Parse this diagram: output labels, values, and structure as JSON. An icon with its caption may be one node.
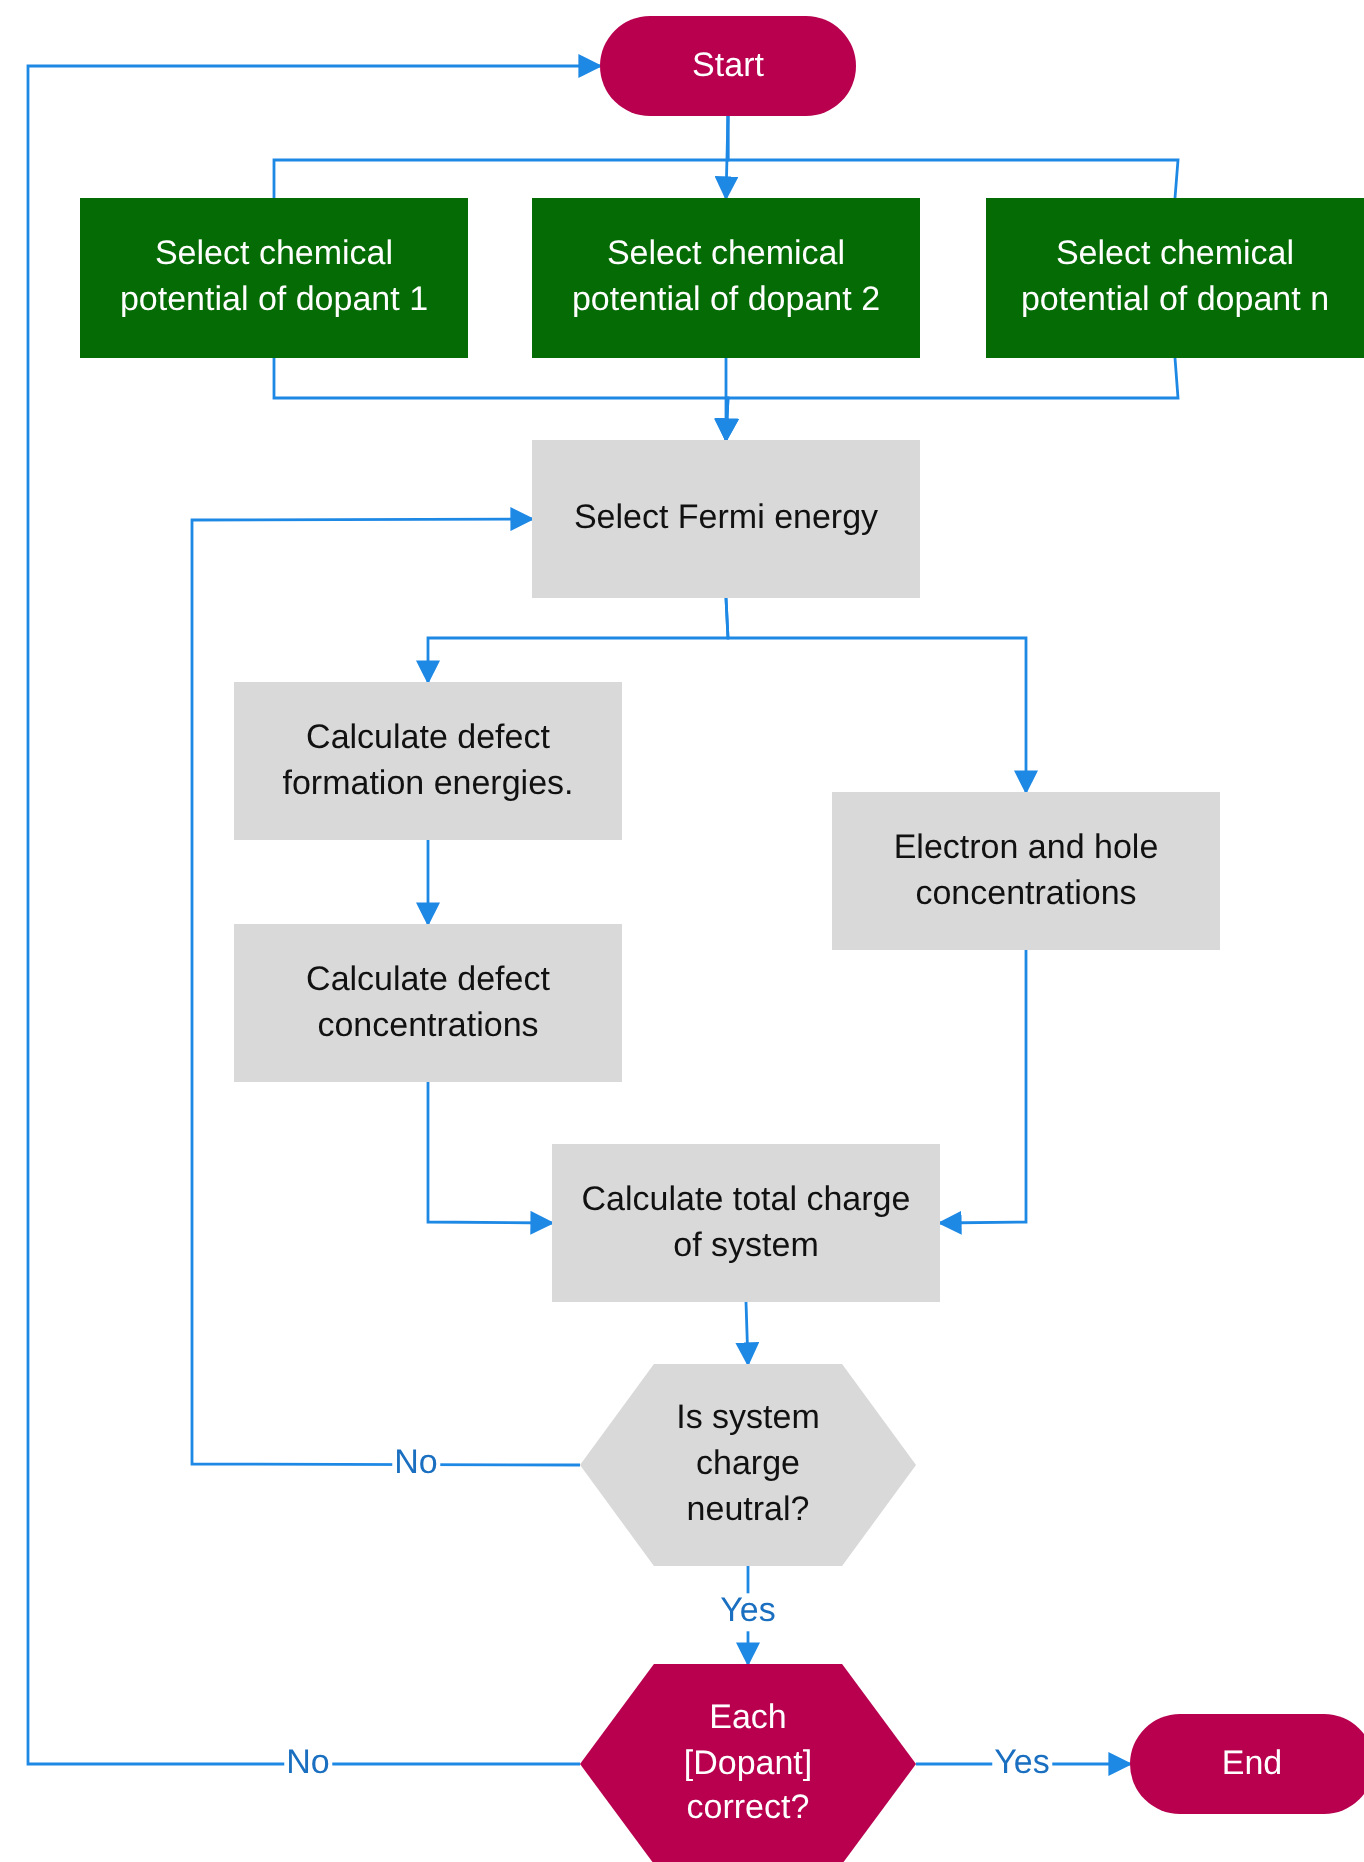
{
  "diagram": {
    "nodes": [
      {
        "text": [
          "Start"
        ]
      },
      {
        "text": [
          "Select chemical potential of dopant 1"
        ]
      },
      {
        "text": [
          "Select chemical potential of dopant 2"
        ]
      },
      {
        "text": [
          "Select chemical potential of dopant n"
        ]
      },
      {
        "text": [
          "Select Fermi energy"
        ]
      },
      {
        "text": [
          "Calculate defect formation energies."
        ]
      },
      {
        "text": [
          "Calculate defect concentrations"
        ]
      },
      {
        "text": [
          "Electron and hole concentrations"
        ]
      },
      {
        "text": [
          "Calculate total charge of system"
        ]
      },
      {
        "text": [
          "Is system charge neutral?"
        ]
      },
      {
        "text": [
          "Each [Dopant] correct?"
        ]
      },
      {
        "text": [
          "End"
        ]
      }
    ],
    "edges": [
      {
        "from": 0,
        "to": 1,
        "arrow": "none"
      },
      {
        "from": 0,
        "to": 2,
        "arrow": "to"
      },
      {
        "from": 0,
        "to": 3,
        "arrow": "none"
      },
      {
        "from": 1,
        "to": 4,
        "arrow": "to"
      },
      {
        "from": 2,
        "to": 4,
        "arrow": "to"
      },
      {
        "from": 3,
        "to": 4,
        "arrow": "to"
      },
      {
        "from": 4,
        "to": 5,
        "arrow": "to"
      },
      {
        "from": 4,
        "to": 7,
        "arrow": "to"
      },
      {
        "from": 5,
        "to": 6,
        "arrow": "to"
      },
      {
        "from": 6,
        "to": 8,
        "arrow": "to"
      },
      {
        "from": 7,
        "to": 8,
        "arrow": "to"
      },
      {
        "from": 8,
        "to": 9,
        "arrow": "to"
      },
      {
        "from": 9,
        "to": 4,
        "arrow": "to",
        "label": "No"
      },
      {
        "from": 9,
        "to": 10,
        "arrow": "to",
        "label": "Yes"
      },
      {
        "from": 10,
        "to": 0,
        "arrow": "to",
        "label": "No"
      },
      {
        "from": 10,
        "to": 11,
        "arrow": "to",
        "label": "Yes"
      }
    ]
  }
}
